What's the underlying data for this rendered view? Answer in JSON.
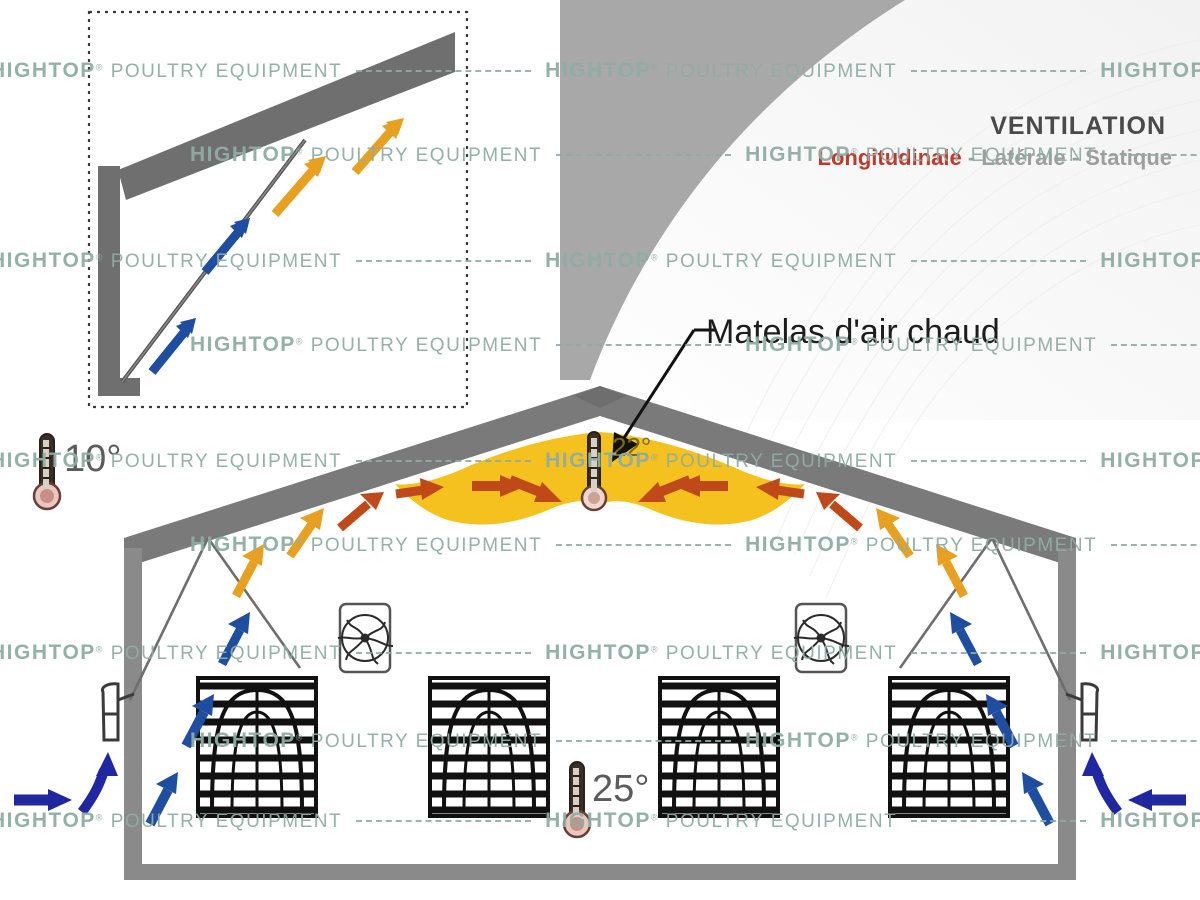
{
  "meta": {
    "diagram_title": "Poultry house ventilation cross-section",
    "language": "fr"
  },
  "watermark": {
    "brand": "HIGHTOP",
    "registered": "®",
    "tagline": "POULTRY EQUIPMENT",
    "color": "#8fada4",
    "rows": 9
  },
  "titles": {
    "heading": "VENTILATION",
    "subtitle_full": "Longitudinale - Latérale - Statique",
    "subtitle_highlight": "Longitudinale",
    "subtitle_rest": " - Latérale - Statique",
    "heading_color": "#4a4a4a",
    "subtitle_color": "#9e9e9e",
    "highlight_color": "#c0392b"
  },
  "callout": {
    "label": "Matelas d'air chaud",
    "leader_color": "#111111"
  },
  "temperatures": [
    {
      "name": "outside",
      "value": "10°",
      "position": "exterior-left"
    },
    {
      "name": "ridge",
      "value": "22°",
      "position": "roof-apex"
    },
    {
      "name": "floor",
      "value": "25°",
      "position": "house-floor-center"
    }
  ],
  "colors": {
    "structure_grey": "#7a7a7a",
    "wall_grey": "#8a8a8a",
    "warm_blanket_yellow": "#f5c11e",
    "cold_arrow_blue": "#1f4ea1",
    "warm_arrow_orange": "#e8a020",
    "hot_arrow_red": "#c0491a",
    "corner_swoosh_grey": "#a8a8a8"
  },
  "inset": {
    "name": "air-inlet-detail",
    "border_style": "dotted",
    "arrows": [
      {
        "type": "cold-air-inflow",
        "color": "#1f4ea1",
        "count": 2
      },
      {
        "type": "warming-air",
        "color": "#e8a020",
        "count": 2
      }
    ]
  },
  "equipment": {
    "ceiling_fans": {
      "label": "circulation-fan",
      "count": 2
    },
    "louver_panels": {
      "label": "louvered-vent-panel",
      "count": 4
    },
    "wall_inlets": {
      "label": "sidewall-air-inlet",
      "count": 2
    }
  },
  "airflow": {
    "cold_inflow": {
      "color": "#1f4ea1",
      "description": "cold air entering at sidewalls"
    },
    "rising_warm": {
      "color": "#e8a020",
      "description": "air warming as it rises along roof slope"
    },
    "ridge_converge": {
      "color": "#c0491a",
      "description": "hot air converging under ridge"
    }
  }
}
